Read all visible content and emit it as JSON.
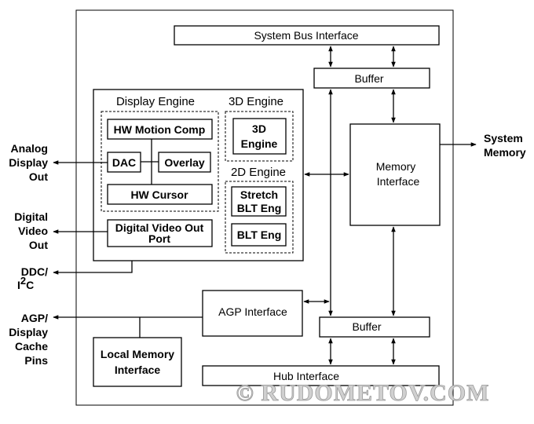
{
  "blocks": {
    "system_bus_interface": "System Bus Interface",
    "buffer_top": "Buffer",
    "display_engine": "Display Engine",
    "engine_3d_group": "3D Engine",
    "hw_motion_comp": "HW Motion Comp",
    "dac": "DAC",
    "overlay": "Overlay",
    "hw_cursor": "HW Cursor",
    "engine_3d_line1": "3D",
    "engine_3d_line2": "Engine",
    "engine_2d_group": "2D Engine",
    "stretch_blt_line1": "Stretch",
    "stretch_blt_line2": "BLT Eng",
    "blt_eng": "BLT Eng",
    "digital_video_out_port_line1": "Digital Video Out",
    "digital_video_out_port_line2": "Port",
    "memory_interface_line1": "Memory",
    "memory_interface_line2": "Interface",
    "agp_interface": "AGP Interface",
    "buffer_bottom": "Buffer",
    "local_memory_line1": "Local Memory",
    "local_memory_line2": "Interface",
    "hub_interface": "Hub Interface"
  },
  "external": {
    "analog_display_out": [
      "Analog",
      "Display",
      "Out"
    ],
    "digital_video_out": [
      "Digital",
      "Video",
      "Out"
    ],
    "ddc_line1": "DDC/",
    "ddc_line2_prefix": "I",
    "ddc_line2_sup": "2",
    "ddc_line2_suffix": "C",
    "agp_display_cache": [
      "AGP/",
      "Display",
      "Cache",
      "Pins"
    ],
    "system_memory": [
      "System",
      "Memory"
    ]
  },
  "watermark": "© RUDOMETOV.COM"
}
